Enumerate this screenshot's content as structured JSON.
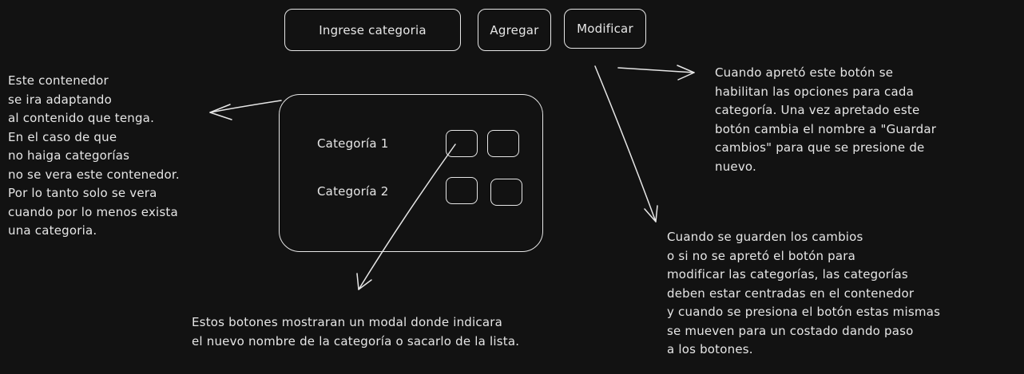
{
  "toolbar": {
    "input_label": "Ingrese categoria",
    "add_label": "Agregar",
    "modify_label": "Modificar"
  },
  "container": {
    "categories": [
      {
        "label": "Categoría 1"
      },
      {
        "label": "Categoría 2"
      }
    ]
  },
  "notes": {
    "container_note": [
      "Este contenedor",
      "se ira adaptando",
      "al contenido que tenga.",
      "En el caso de que",
      "no haiga categorías",
      "no se vera este contenedor.",
      "Por lo tanto solo se vera",
      "cuando por lo menos exista",
      "una categoria."
    ],
    "modify_note": [
      "Cuando apretó este botón se",
      "habilitan las opciones para cada",
      "categoría. Una vez apretado este",
      "botón cambia el nombre a \"Guardar",
      "cambios\" para que se presione de",
      "nuevo."
    ],
    "save_note": [
      "Cuando se guarden los cambios",
      "o si no se apretó el botón para",
      "modificar las categorías, las categorías",
      "deben estar centradas en el contenedor",
      "y cuando se presiona el botón estas mismas",
      "se mueven para un costado dando paso",
      "a los botones."
    ],
    "buttons_note": [
      "Estos botones mostraran un modal donde indicara",
      "el nuevo nombre de la categoría o sacarlo de la lista."
    ]
  },
  "colors": {
    "background": "#121212",
    "stroke": "#e6e6e6"
  }
}
